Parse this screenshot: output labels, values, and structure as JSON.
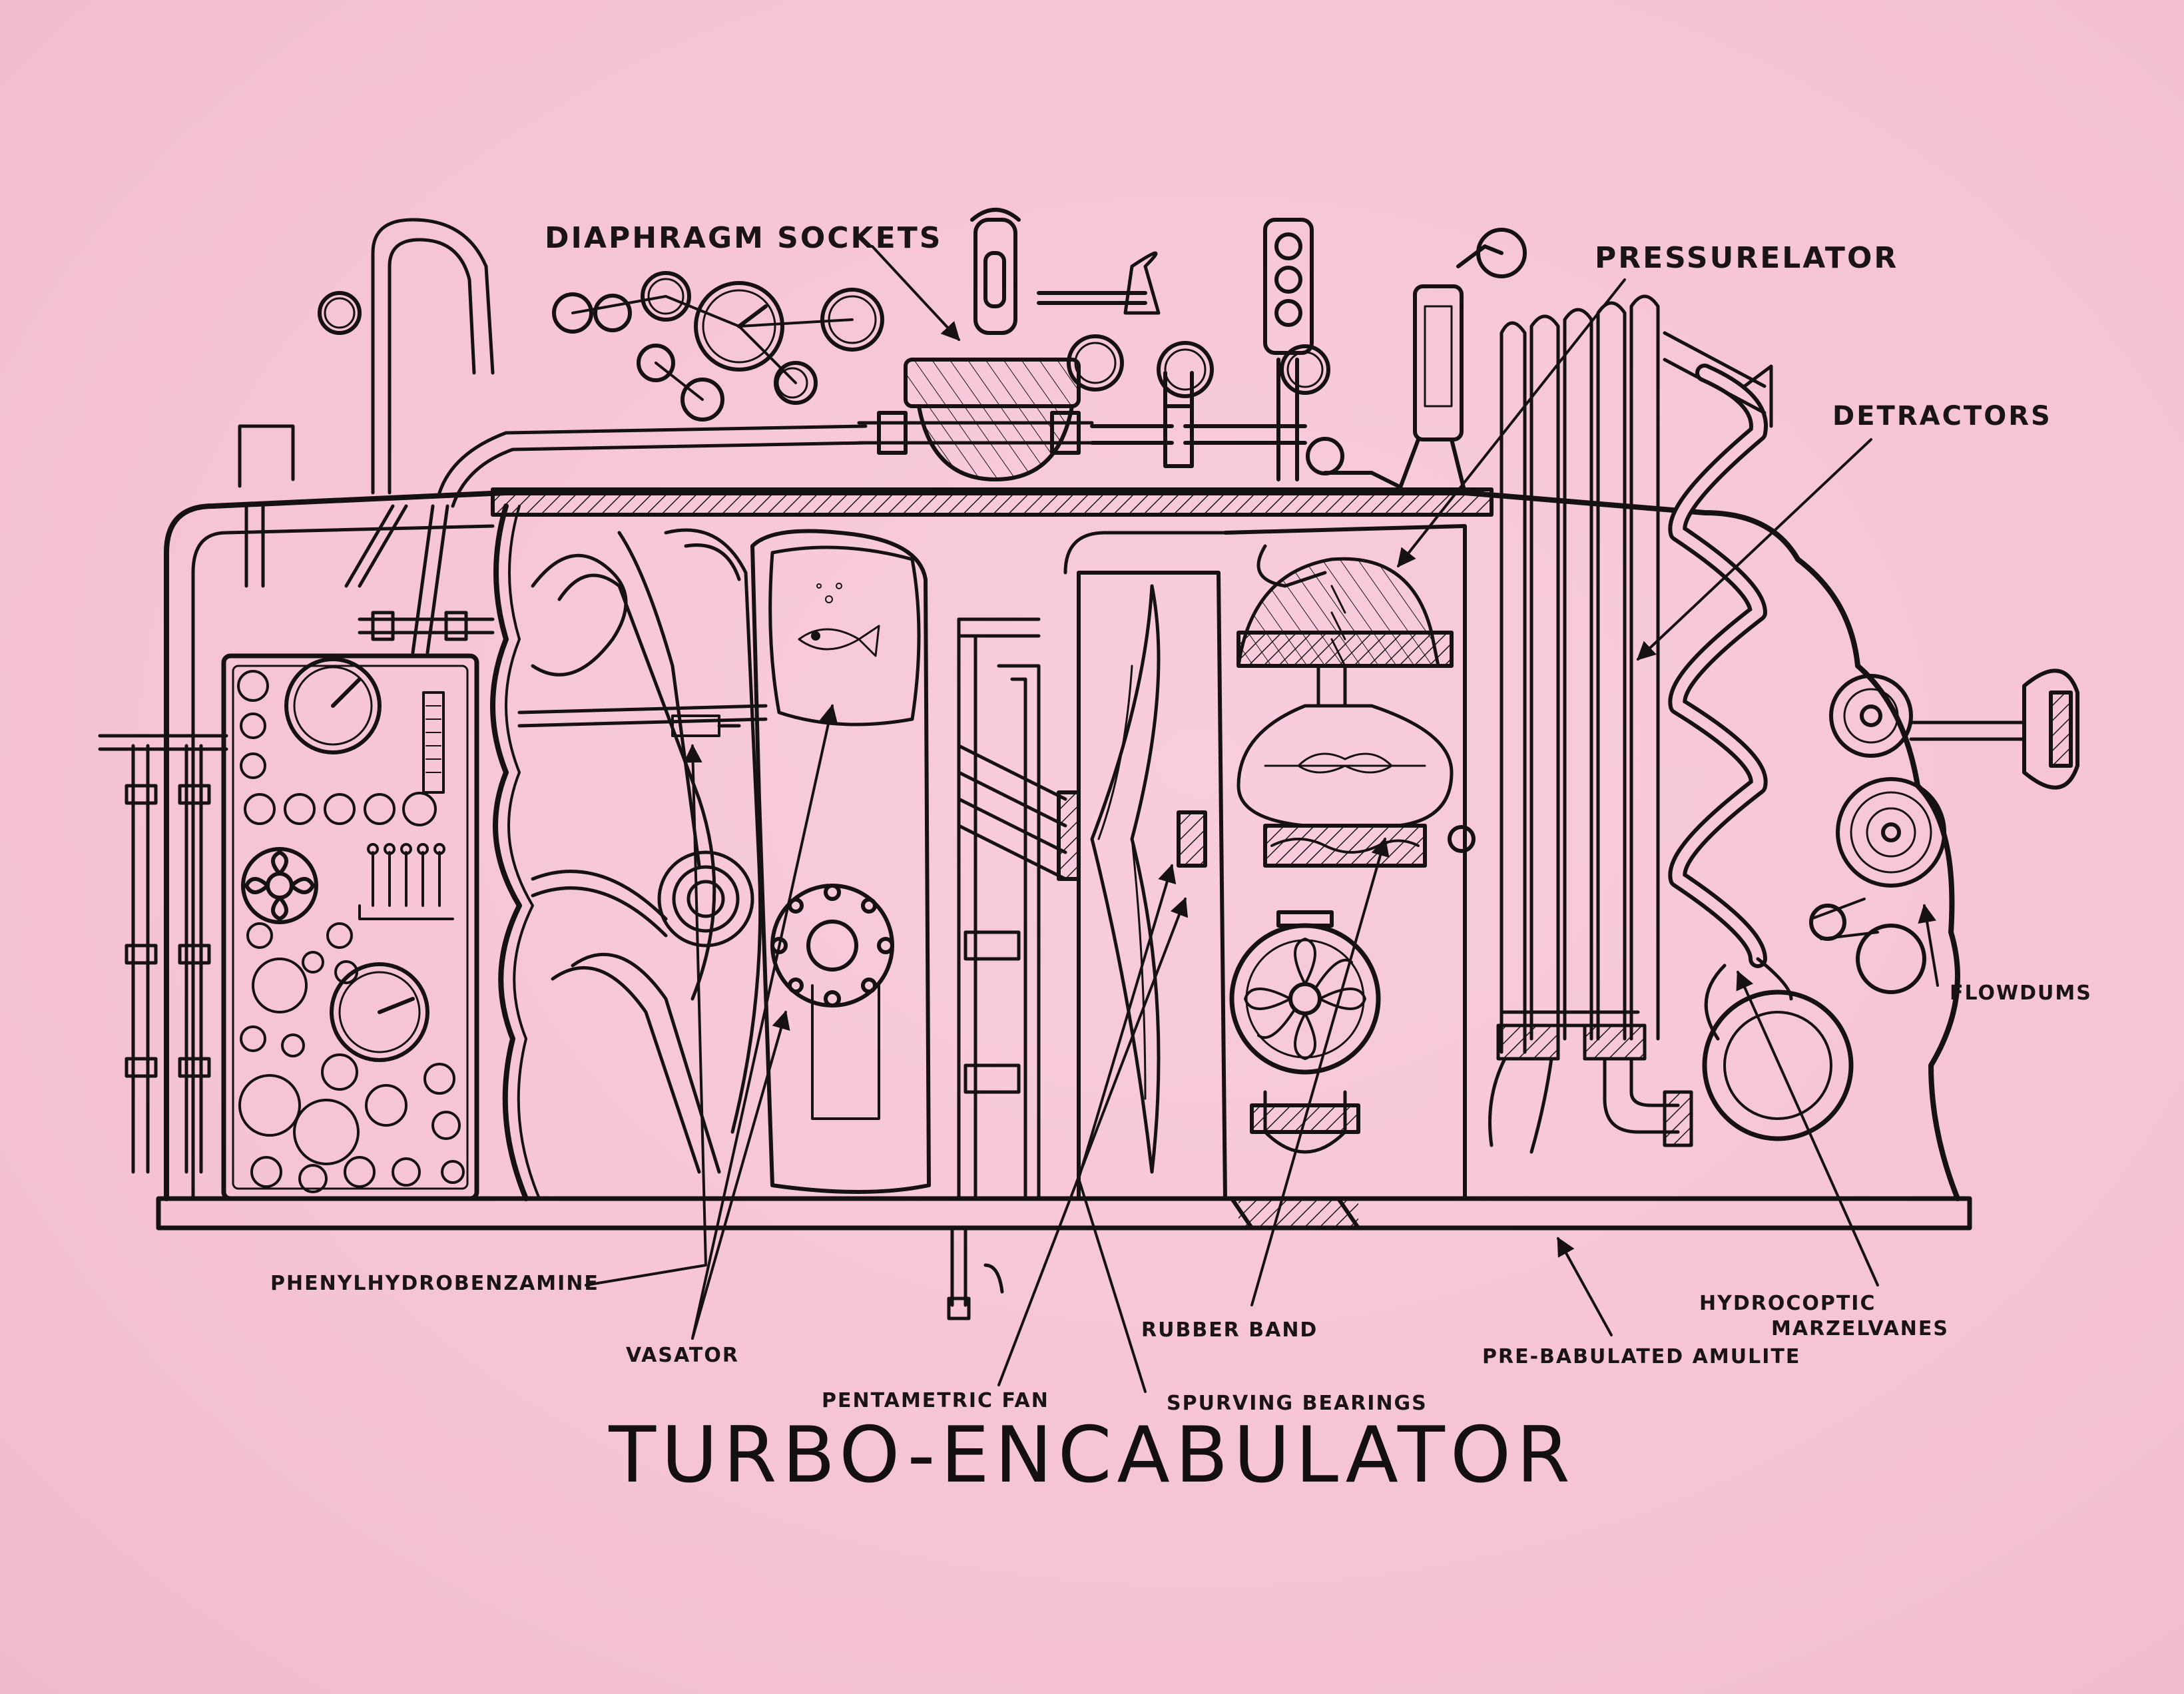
{
  "title": "TURBO-ENCABULATOR",
  "labels": {
    "diaphragm_sockets": "DIAPHRAGM SOCKETS",
    "pressurelator": "PRESSURELATOR",
    "detractors": "DETRACTORS",
    "flowdums": "FLOWDUMS",
    "phenylhydrobenzamine": "PHENYLHYDROBENZAMINE",
    "vasator": "VASATOR",
    "pentametric_fan": "PENTAMETRIC FAN",
    "spurving_bearings": "SPURVING BEARINGS",
    "rubber_band": "RUBBER BAND",
    "pre_babulated_amulite": "PRE-BABULATED AMULITE",
    "hydrocoptic_line1": "HYDROCOPTIC",
    "hydrocoptic_line2": "MARZELVANES"
  },
  "colors": {
    "paper": "#f6c8d8",
    "ink": "#161214"
  }
}
